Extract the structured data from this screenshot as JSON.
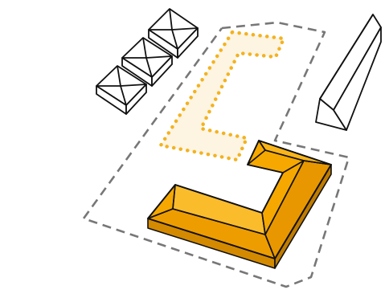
{
  "diagram": {
    "kind": "axonometric site plan",
    "elements": [
      "site-boundary",
      "existing-hip-roof-building-1",
      "existing-hip-roof-building-2",
      "existing-hip-roof-building-3",
      "existing-long-gable-building",
      "previous-c-shaped-footprint",
      "new-c-shaped-building"
    ]
  },
  "colors": {
    "background": "#ffffff",
    "outline": "#111111",
    "site_boundary": "#777777",
    "new_building_top": "#f6a800",
    "new_building_side": "#ee9d00",
    "new_building_dark": "#d48a00",
    "ghost_fill": "#fdf4e1",
    "ghost_dots": "#f3b21f"
  }
}
